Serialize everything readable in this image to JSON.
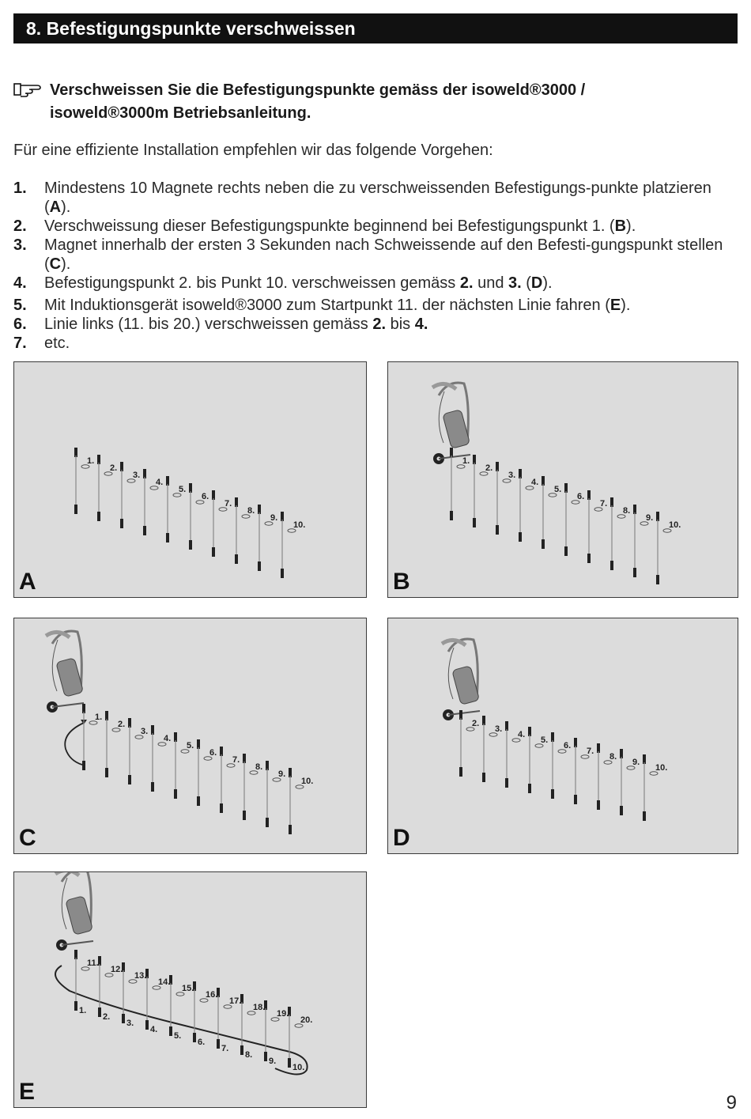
{
  "header": {
    "title": "8. Befestigungspunkte verschweissen"
  },
  "note": {
    "icon": "pointing-hand-icon",
    "line1": "Verschweissen Sie die Befestigungspunkte gemäss der isoweld®3000 /",
    "line2": "isoweld®3000m Betriebsanleitung."
  },
  "intro": "Für eine effiziente Installation empfehlen wir das folgende Vorgehen:",
  "steps": [
    {
      "num": "1.",
      "text": "Mindestens 10 Magnete rechts neben die zu verschweissenden Befestigungs-punkte platzieren (",
      "ref": "A",
      "after": ")."
    },
    {
      "num": "2.",
      "text": "Verschweissung dieser Befestigungspunkte beginnend bei Befestigungspunkt 1. (",
      "ref": "B",
      "after": ")."
    },
    {
      "num": "3.",
      "text": "Magnet innerhalb der ersten 3 Sekunden nach Schweissende auf den Befesti-gungspunkt stellen (",
      "ref": "C",
      "after": ")."
    },
    {
      "num": "4.",
      "text": "Befestigungspunkt 2. bis Punkt 10. verschweissen gemäss ",
      "b1": "2.",
      "mid": " und ",
      "b2": "3.",
      "pre": " (",
      "ref": "D",
      "after": ")."
    },
    {
      "num": "5.",
      "text": "Mit Induktionsgerät isoweld®3000 zum Startpunkt 11. der nächsten Linie fahren (",
      "ref": "E",
      "after": ")."
    },
    {
      "num": "6.",
      "text": "Linie links (11. bis 20.) verschweissen gemäss ",
      "b1": "2.",
      "mid": " bis ",
      "b2": "4."
    },
    {
      "num": "7.",
      "text": "etc."
    }
  ],
  "figures": [
    {
      "label": "A",
      "points": [
        "1.",
        "2.",
        "3.",
        "4.",
        "5.",
        "6.",
        "7.",
        "8.",
        "9.",
        "10."
      ]
    },
    {
      "label": "B",
      "points": [
        "1.",
        "2.",
        "3.",
        "4.",
        "5.",
        "6.",
        "7.",
        "8.",
        "9.",
        "10."
      ]
    },
    {
      "label": "C",
      "points": [
        "1.",
        "2.",
        "3.",
        "4.",
        "5.",
        "6.",
        "7.",
        "8.",
        "9.",
        "10."
      ]
    },
    {
      "label": "D",
      "points": [
        "2.",
        "3.",
        "4.",
        "5.",
        "6.",
        "7.",
        "8.",
        "9.",
        "10."
      ]
    },
    {
      "label": "E",
      "points_top": [
        "11.",
        "12.",
        "13.",
        "14.",
        "15.",
        "16.",
        "17.",
        "18.",
        "19.",
        "20."
      ],
      "points_bottom": [
        "1.",
        "2.",
        "3.",
        "4.",
        "5.",
        "6.",
        "7.",
        "8.",
        "9.",
        "10."
      ]
    }
  ],
  "page_number": "9"
}
